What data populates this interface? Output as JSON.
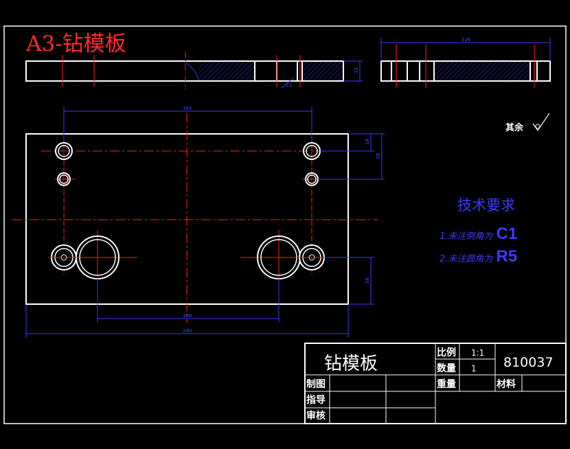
{
  "drawing": {
    "sheet_title": "A3-钻模板",
    "dim_top_length": "126",
    "dim_thickness": "15",
    "dim_chamfer": "C1",
    "dim_hole_span": "183",
    "dim_side_a": "18",
    "dim_side_b": "39",
    "dim_side_c": "56",
    "dim_bottom_span": "136",
    "dim_overall_length": "240",
    "surface_note": "其余",
    "tech_title": "技术要求",
    "tech_req_1_text": "1.未注倒角为",
    "tech_req_1_value": "C1",
    "tech_req_2_text": "2.未注圆角为",
    "tech_req_2_value": "R5"
  },
  "title_block": {
    "part_name": "钻模板",
    "scale_label": "比例",
    "scale_value": "1:1",
    "quantity_label": "数量",
    "quantity_value": "1",
    "drawing_number": "810037",
    "weight_label": "重量",
    "material_label": "材料",
    "drawn_by_label": "制图",
    "guided_by_label": "指导",
    "reviewed_by_label": "审核"
  },
  "colors": {
    "outline": "#ffffff",
    "centerline": "#ff2020",
    "dimension": "#3a3aff",
    "title_red": "#ff2a2a",
    "note_blue": "#3a3aff"
  }
}
